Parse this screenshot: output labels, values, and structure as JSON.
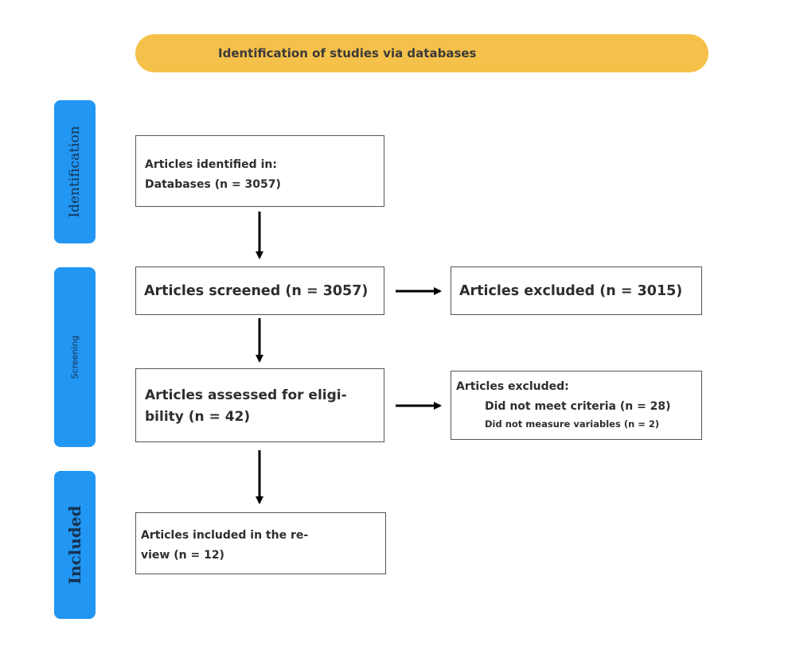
{
  "header": {
    "title": "Identification of studies via databases"
  },
  "phases": {
    "identification": "Identification",
    "screening": "Screening",
    "included": "Included"
  },
  "boxes": {
    "identified": {
      "line1": "Articles identified in:",
      "line2": "Databases (n = 3057)"
    },
    "screened": {
      "text": "Articles screened (n = 3057)"
    },
    "excluded_screening": {
      "text": "Articles excluded (n = 3015)"
    },
    "assessed": {
      "line1": "Articles assessed for eligi-",
      "line2": "bility (n = 42)"
    },
    "excluded_eligibility": {
      "title": "Articles excluded:",
      "reason1": "Did not meet criteria (n = 28)",
      "reason2": "Did not measure variables (n = 2)"
    },
    "included": {
      "line1": "Articles included in the re-",
      "line2": "view (n = 12)"
    }
  },
  "colors": {
    "header_fill": "#f6c14a",
    "phase_fill": "#2196f3",
    "box_border": "#555555",
    "arrow": "#000000"
  }
}
